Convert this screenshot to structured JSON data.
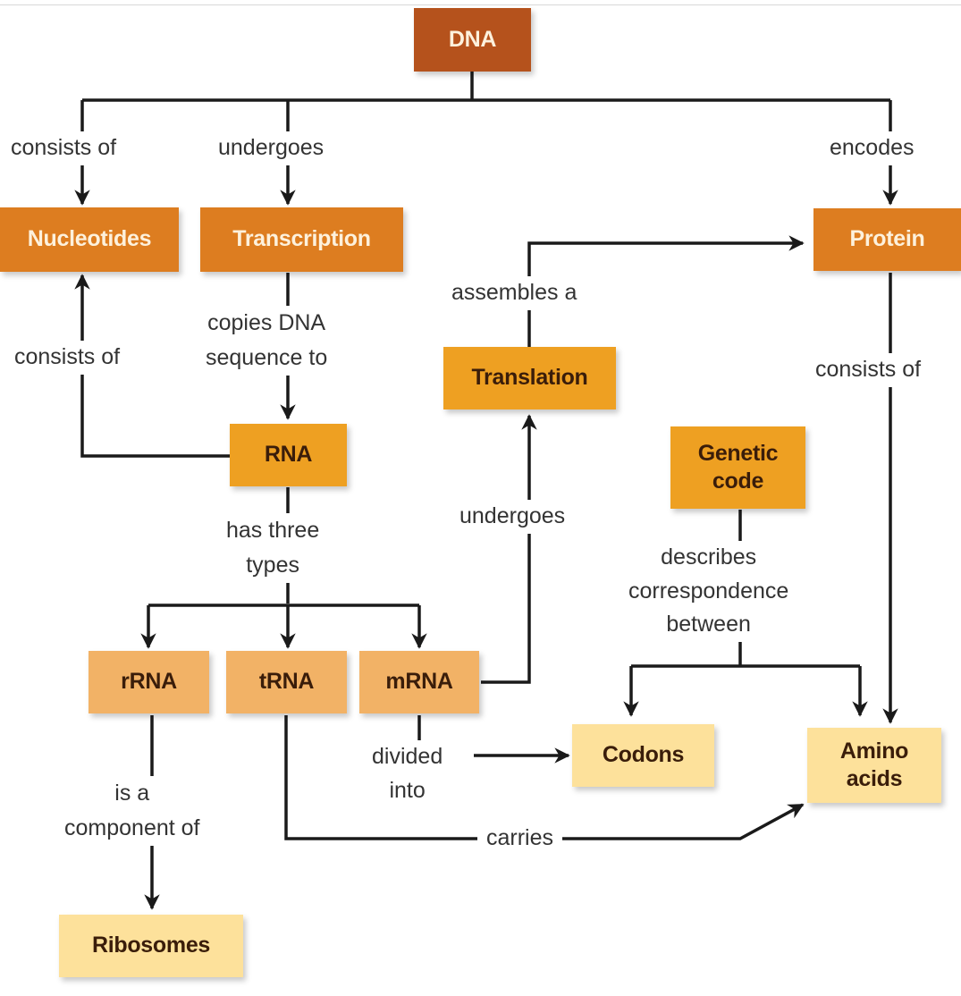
{
  "diagram": {
    "type": "concept-map",
    "colors": {
      "dna": "#b5521c",
      "primary_concept": "#dd7d20",
      "secondary_concept": "#eea022",
      "rna_types": "#f2b266",
      "components": "#fde19b",
      "connector": "#1a1a1a"
    },
    "nodes": {
      "dna": "DNA",
      "nucleotides": "Nucleotides",
      "transcription": "Transcription",
      "protein": "Protein",
      "translation": "Translation",
      "rna": "RNA",
      "genetic_code_line1": "Genetic",
      "genetic_code_line2": "code",
      "rrna": "rRNA",
      "trna": "tRNA",
      "mrna": "mRNA",
      "codons": "Codons",
      "amino_acids_line1": "Amino",
      "amino_acids_line2": "acids",
      "ribosomes": "Ribosomes"
    },
    "links": {
      "dna_nucleotides": "consists of",
      "dna_transcription": "undergoes",
      "dna_protein": "encodes",
      "rna_nucleotides": "consists of",
      "transcription_rna_line1": "copies DNA",
      "transcription_rna_line2": "sequence to",
      "translation_protein": "assembles a",
      "protein_amino": "consists of",
      "rna_types_line1": "has three",
      "rna_types_line2": "types",
      "mrna_translation": "undergoes",
      "genetic_code_line1": "describes",
      "genetic_code_line2": "correspondence",
      "genetic_code_line3": "between",
      "mrna_codons_line1": "divided",
      "mrna_codons_line2": "into",
      "rrna_ribosomes_line1": "is a",
      "rrna_ribosomes_line2": "component of",
      "trna_amino": "carries"
    }
  }
}
